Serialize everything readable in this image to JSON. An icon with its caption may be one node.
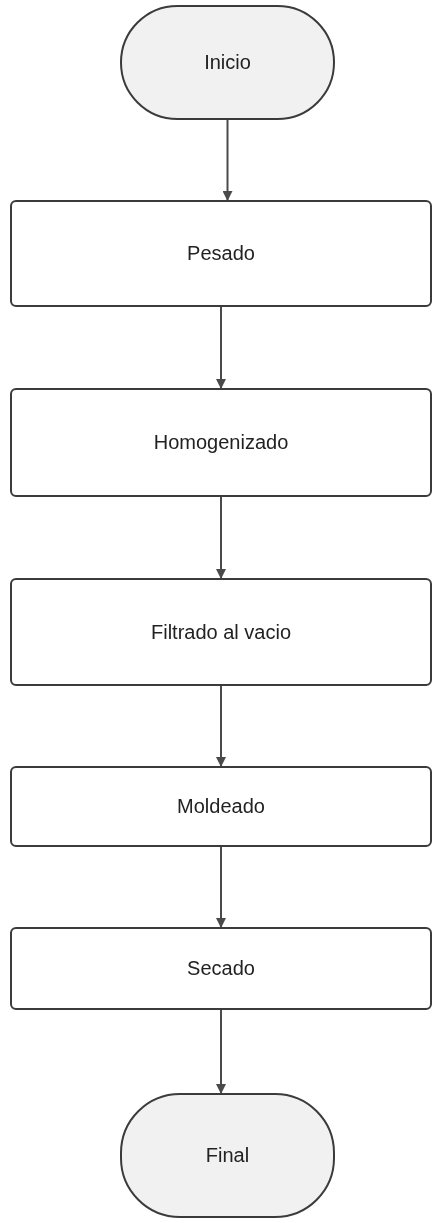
{
  "diagram": {
    "nodes": [
      {
        "text": [
          "Inicio"
        ]
      },
      {
        "text": [
          "Pesado"
        ]
      },
      {
        "text": [
          "Homogenizado"
        ]
      },
      {
        "text": [
          "Filtrado al vacio"
        ]
      },
      {
        "text": [
          "Moldeado"
        ]
      },
      {
        "text": [
          "Secado"
        ]
      },
      {
        "text": [
          "Final"
        ]
      }
    ],
    "edges": [
      {
        "from": 0,
        "to": 1,
        "arrow": "to"
      },
      {
        "from": 1,
        "to": 2,
        "arrow": "to"
      },
      {
        "from": 2,
        "to": 3,
        "arrow": "to"
      },
      {
        "from": 3,
        "to": 4,
        "arrow": "to"
      },
      {
        "from": 4,
        "to": 5,
        "arrow": "to"
      },
      {
        "from": 5,
        "to": 6,
        "arrow": "to"
      }
    ]
  }
}
